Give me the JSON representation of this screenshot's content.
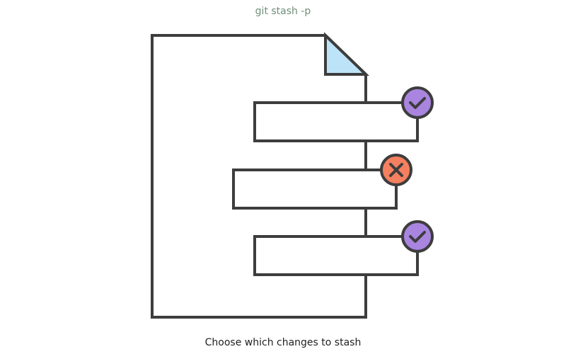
{
  "title": "git stash -p",
  "caption": "Choose which changes to stash",
  "colors": {
    "outline": "#3d3d3d",
    "fold": "#bde3f8",
    "accept": "#a985e0",
    "reject": "#f5805f"
  },
  "hunks": [
    {
      "status": "accepted",
      "icon": "check-icon"
    },
    {
      "status": "rejected",
      "icon": "x-icon"
    },
    {
      "status": "accepted",
      "icon": "check-icon"
    }
  ]
}
